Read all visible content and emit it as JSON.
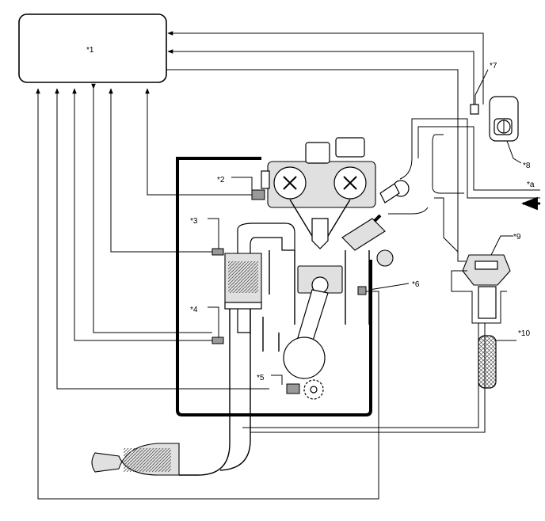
{
  "labels": {
    "ecm": "*1",
    "sensor2": "*2",
    "sensor3": "*3",
    "sensor4": "*4",
    "sensor5": "*5",
    "sensor6": "*6",
    "sensor7": "*7",
    "sensor8": "*8",
    "sensor9": "*9",
    "sensor10": "*10",
    "airflow": "*a"
  }
}
